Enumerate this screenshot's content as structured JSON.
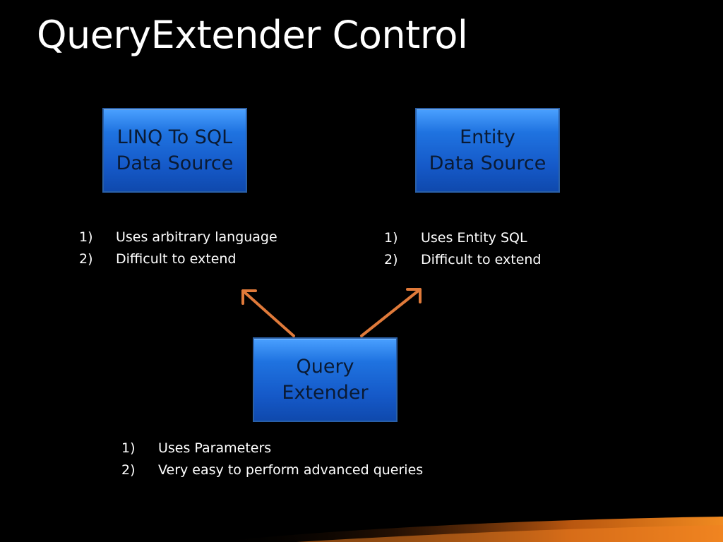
{
  "slide": {
    "title": "QueryExtender Control"
  },
  "nodes": {
    "linq": {
      "line1": "LINQ To SQL",
      "line2": "Data Source"
    },
    "entity": {
      "line1": "Entity",
      "line2": "Data Source"
    },
    "query": {
      "line1": "Query",
      "line2": "Extender"
    }
  },
  "lists": {
    "linq": [
      {
        "num": "1)",
        "text": "Uses arbitrary language"
      },
      {
        "num": "2)",
        "text": "Difficult to extend"
      }
    ],
    "entity": [
      {
        "num": "1)",
        "text": "Uses Entity SQL"
      },
      {
        "num": "2)",
        "text": "Difficult to extend"
      }
    ],
    "query": [
      {
        "num": "1)",
        "text": "Uses Parameters"
      },
      {
        "num": "2)",
        "text": "Very easy to perform advanced queries"
      }
    ]
  },
  "colors": {
    "background": "#000000",
    "box_fill": "#1f6fe0",
    "box_border": "#2a60a8",
    "box_text": "#0a1a33",
    "arrow": "#e07a3a",
    "swoosh": "#f08020"
  }
}
